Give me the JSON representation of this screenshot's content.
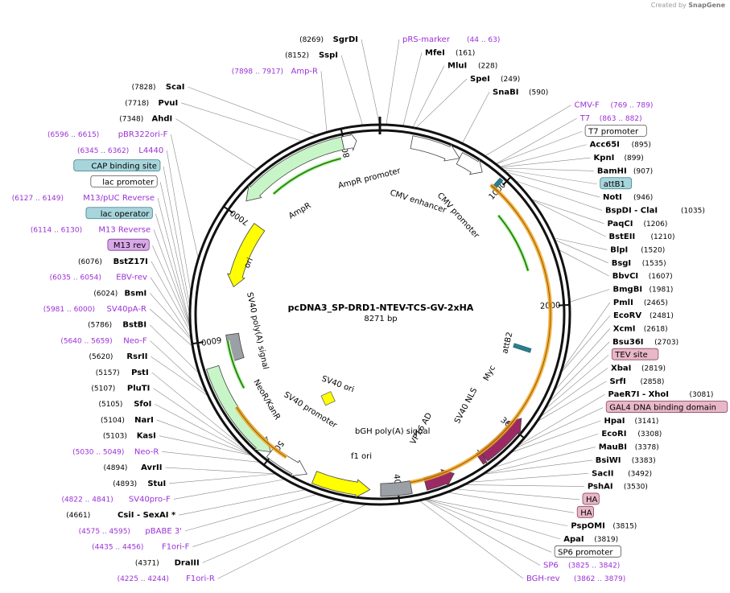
{
  "credit": {
    "prefix": "Created by",
    "brand": "SnapGene"
  },
  "plasmid": {
    "name": "pcDNA3_SP-DRD1-NTEV-TCS-GV-2xHA",
    "length": 8271,
    "length_label": "8271 bp"
  },
  "colors": {
    "primer": "#9b30d6",
    "enzyme": "#000000",
    "feature_green": "#c8f5c8",
    "feature_yellow": "#ffff00",
    "feature_white": "#ffffff",
    "feature_purple": "#9b2a64",
    "feature_grey": "#9aa0a6",
    "orange": "#f5a623",
    "green_line": "#2b8a00"
  },
  "tick_labels": [
    "1000",
    "2000",
    "3000",
    "4000",
    "5000",
    "6000",
    "7000",
    "8000"
  ],
  "labels_right": [
    {
      "bp": 44,
      "text": "pRS-marker",
      "pos": "(44 .. 63)",
      "kind": "primer"
    },
    {
      "bp": 161,
      "text": "MfeI",
      "pos": "(161)",
      "kind": "enzyme"
    },
    {
      "bp": 228,
      "text": "MluI",
      "pos": "(228)",
      "kind": "enzyme"
    },
    {
      "bp": 249,
      "text": "SpeI",
      "pos": "(249)",
      "kind": "enzyme"
    },
    {
      "bp": 590,
      "text": "SnaBI",
      "pos": "(590)",
      "kind": "enzyme"
    },
    {
      "bp": 769,
      "text": "CMV-F",
      "pos": "(769 .. 789)",
      "kind": "primer"
    },
    {
      "bp": 863,
      "text": "T7",
      "pos": "(863 .. 882)",
      "kind": "primer"
    },
    {
      "bp": 863,
      "text": "T7 promoter",
      "pos": "",
      "kind": "boxwhite"
    },
    {
      "bp": 895,
      "text": "Acc65I",
      "pos": "(895)",
      "kind": "enzyme"
    },
    {
      "bp": 899,
      "text": "KpnI",
      "pos": "(899)",
      "kind": "enzyme"
    },
    {
      "bp": 907,
      "text": "BamHI",
      "pos": "(907)",
      "kind": "enzyme"
    },
    {
      "bp": 925,
      "text": "attB1",
      "pos": "",
      "kind": "boxteal"
    },
    {
      "bp": 946,
      "text": "NotI",
      "pos": "(946)",
      "kind": "enzyme"
    },
    {
      "bp": 1035,
      "text": "BspDI - ClaI",
      "pos": "(1035)",
      "kind": "enzyme"
    },
    {
      "bp": 1206,
      "text": "PaqCI",
      "pos": "(1206)",
      "kind": "enzyme"
    },
    {
      "bp": 1210,
      "text": "BstEII",
      "pos": "(1210)",
      "kind": "enzyme"
    },
    {
      "bp": 1520,
      "text": "BlpI",
      "pos": "(1520)",
      "kind": "enzyme"
    },
    {
      "bp": 1535,
      "text": "BsgI",
      "pos": "(1535)",
      "kind": "enzyme"
    },
    {
      "bp": 1607,
      "text": "BbvCI",
      "pos": "(1607)",
      "kind": "enzyme"
    },
    {
      "bp": 1981,
      "text": "BmgBI",
      "pos": "(1981)",
      "kind": "enzyme"
    },
    {
      "bp": 2465,
      "text": "PmlI",
      "pos": "(2465)",
      "kind": "enzyme"
    },
    {
      "bp": 2481,
      "text": "EcoRV",
      "pos": "(2481)",
      "kind": "enzyme"
    },
    {
      "bp": 2618,
      "text": "XcmI",
      "pos": "(2618)",
      "kind": "enzyme"
    },
    {
      "bp": 2703,
      "text": "Bsu36I",
      "pos": "(2703)",
      "kind": "enzyme"
    },
    {
      "bp": 2760,
      "text": "TEV site",
      "pos": "",
      "kind": "boxpink"
    },
    {
      "bp": 2819,
      "text": "XbaI",
      "pos": "(2819)",
      "kind": "enzyme"
    },
    {
      "bp": 2858,
      "text": "SrfI",
      "pos": "(2858)",
      "kind": "enzyme"
    },
    {
      "bp": 3081,
      "text": "PaeR7I - XhoI",
      "pos": "(3081)",
      "kind": "enzyme"
    },
    {
      "bp": 3100,
      "text": "GAL4 DNA binding domain",
      "pos": "",
      "kind": "boxpink"
    },
    {
      "bp": 3141,
      "text": "HpaI",
      "pos": "(3141)",
      "kind": "enzyme"
    },
    {
      "bp": 3308,
      "text": "EcoRI",
      "pos": "(3308)",
      "kind": "enzyme"
    },
    {
      "bp": 3378,
      "text": "MauBI",
      "pos": "(3378)",
      "kind": "enzyme"
    },
    {
      "bp": 3383,
      "text": "BsiWI",
      "pos": "(3383)",
      "kind": "enzyme"
    },
    {
      "bp": 3492,
      "text": "SacII",
      "pos": "(3492)",
      "kind": "enzyme"
    },
    {
      "bp": 3530,
      "text": "PshAI",
      "pos": "(3530)",
      "kind": "enzyme"
    },
    {
      "bp": 3600,
      "text": "HA",
      "pos": "",
      "kind": "boxpink"
    },
    {
      "bp": 3660,
      "text": "HA",
      "pos": "",
      "kind": "boxpink"
    },
    {
      "bp": 3815,
      "text": "PspOMI",
      "pos": "(3815)",
      "kind": "enzyme"
    },
    {
      "bp": 3819,
      "text": "ApaI",
      "pos": "(3819)",
      "kind": "enzyme"
    },
    {
      "bp": 3825,
      "text": "SP6 promoter",
      "pos": "",
      "kind": "boxwhite"
    },
    {
      "bp": 3825,
      "text": "SP6",
      "pos": "(3825 .. 3842)",
      "kind": "primer"
    },
    {
      "bp": 3862,
      "text": "BGH-rev",
      "pos": "(3862 .. 3879)",
      "kind": "primer"
    }
  ],
  "labels_left": [
    {
      "bp": 8269,
      "text": "SgrDI",
      "pos": "(8269)",
      "kind": "enzyme"
    },
    {
      "bp": 8152,
      "text": "SspI",
      "pos": "(8152)",
      "kind": "enzyme"
    },
    {
      "bp": 7898,
      "text": "Amp-R",
      "pos": "(7898 .. 7917)",
      "kind": "primer"
    },
    {
      "bp": 7828,
      "text": "ScaI",
      "pos": "(7828)",
      "kind": "enzyme"
    },
    {
      "bp": 7718,
      "text": "PvuI",
      "pos": "(7718)",
      "kind": "enzyme"
    },
    {
      "bp": 7348,
      "text": "AhdI",
      "pos": "(7348)",
      "kind": "enzyme"
    },
    {
      "bp": 6596,
      "text": "pBR322ori-F",
      "pos": "(6596 .. 6615)",
      "kind": "primer"
    },
    {
      "bp": 6345,
      "text": "L4440",
      "pos": "(6345 .. 6362)",
      "kind": "primer"
    },
    {
      "bp": 6250,
      "text": "CAP binding site",
      "pos": "",
      "kind": "boxteal"
    },
    {
      "bp": 6200,
      "text": "lac promoter",
      "pos": "",
      "kind": "boxwhite"
    },
    {
      "bp": 6127,
      "text": "M13/pUC Reverse",
      "pos": "(6127 .. 6149)",
      "kind": "primer"
    },
    {
      "bp": 6120,
      "text": "lac operator",
      "pos": "",
      "kind": "boxteal"
    },
    {
      "bp": 6114,
      "text": "M13 Reverse",
      "pos": "(6114 .. 6130)",
      "kind": "primer"
    },
    {
      "bp": 6100,
      "text": "M13 rev",
      "pos": "",
      "kind": "boxviolet"
    },
    {
      "bp": 6076,
      "text": "BstZ17I",
      "pos": "(6076)",
      "kind": "enzyme"
    },
    {
      "bp": 6035,
      "text": "EBV-rev",
      "pos": "(6035 .. 6054)",
      "kind": "primer"
    },
    {
      "bp": 6024,
      "text": "BsmI",
      "pos": "(6024)",
      "kind": "enzyme"
    },
    {
      "bp": 5981,
      "text": "SV40pA-R",
      "pos": "(5981 .. 6000)",
      "kind": "primer"
    },
    {
      "bp": 5786,
      "text": "BstBI",
      "pos": "(5786)",
      "kind": "enzyme"
    },
    {
      "bp": 5640,
      "text": "Neo-F",
      "pos": "(5640 .. 5659)",
      "kind": "primer"
    },
    {
      "bp": 5620,
      "text": "RsrII",
      "pos": "(5620)",
      "kind": "enzyme"
    },
    {
      "bp": 5157,
      "text": "PstI",
      "pos": "(5157)",
      "kind": "enzyme"
    },
    {
      "bp": 5107,
      "text": "PluTI",
      "pos": "(5107)",
      "kind": "enzyme"
    },
    {
      "bp": 5105,
      "text": "SfoI",
      "pos": "(5105)",
      "kind": "enzyme"
    },
    {
      "bp": 5104,
      "text": "NarI",
      "pos": "(5104)",
      "kind": "enzyme"
    },
    {
      "bp": 5103,
      "text": "KasI",
      "pos": "(5103)",
      "kind": "enzyme"
    },
    {
      "bp": 5030,
      "text": "Neo-R",
      "pos": "(5030 .. 5049)",
      "kind": "primer"
    },
    {
      "bp": 4894,
      "text": "AvrII",
      "pos": "(4894)",
      "kind": "enzyme"
    },
    {
      "bp": 4893,
      "text": "StuI",
      "pos": "(4893)",
      "kind": "enzyme"
    },
    {
      "bp": 4822,
      "text": "SV40pro-F",
      "pos": "(4822 .. 4841)",
      "kind": "primer"
    },
    {
      "bp": 4661,
      "text": "CsiI - SexAI *",
      "pos": "(4661)",
      "kind": "enzyme"
    },
    {
      "bp": 4575,
      "text": "pBABE 3'",
      "pos": "(4575 .. 4595)",
      "kind": "primer"
    },
    {
      "bp": 4435,
      "text": "F1ori-F",
      "pos": "(4435 .. 4456)",
      "kind": "primer"
    },
    {
      "bp": 4371,
      "text": "DraIII",
      "pos": "(4371)",
      "kind": "enzyme"
    },
    {
      "bp": 4225,
      "text": "F1ori-R",
      "pos": "(4225 .. 4244)",
      "kind": "primer"
    }
  ],
  "features": [
    {
      "name": "AmpR promoter",
      "start": 7990,
      "end": 8095,
      "fill": "#ffffff",
      "ring": 218,
      "dir": 1
    },
    {
      "name": "AmpR",
      "start": 7130,
      "end": 7990,
      "fill": "#c8f5c8",
      "ring": 218,
      "dir": -1
    },
    {
      "name": "CMV enhancer",
      "start": 240,
      "end": 620,
      "fill": "#ffffff",
      "ring": 218,
      "dir": 1
    },
    {
      "name": "CMV promoter",
      "start": 620,
      "end": 820,
      "fill": "#ffffff",
      "ring": 218,
      "dir": 1
    },
    {
      "name": "ori",
      "start": 6450,
      "end": 7030,
      "fill": "#ffff00",
      "ring": 185,
      "dir": -1
    },
    {
      "name": "SV40 poly(A) signal",
      "start": 5800,
      "end": 6030,
      "fill": "#9aa0a6",
      "ring": 185,
      "dir": 0
    },
    {
      "name": "NeoR/KanR",
      "start": 5020,
      "end": 5800,
      "fill": "#c8f5c8",
      "ring": 218,
      "dir": -1
    },
    {
      "name": "SV40 promoter",
      "start": 4700,
      "end": 5020,
      "fill": "#ffffff",
      "ring": 218,
      "dir": -1
    },
    {
      "name": "f1 ori",
      "start": 4210,
      "end": 4640,
      "fill": "#ffff00",
      "ring": 218,
      "dir": -1
    },
    {
      "name": "bGH poly(A) signal",
      "start": 3900,
      "end": 4130,
      "fill": "#9aa0a6",
      "ring": 218,
      "dir": 0
    },
    {
      "name": "VP16 AD",
      "start": 3560,
      "end": 3790,
      "fill": "#9b2a64",
      "ring": 218,
      "dir": -1
    },
    {
      "name": "SV40 NLS",
      "start": 3300,
      "end": 3340,
      "fill": "#9b2a64",
      "ring": 218,
      "dir": -1
    },
    {
      "name": "Myc",
      "start": 2900,
      "end": 3300,
      "fill": "#9b2a64",
      "ring": 218,
      "dir": -1
    }
  ],
  "feature_labels": {
    "ampr_promoter": "AmpR promoter",
    "cmv_enhancer": "CMV enhancer",
    "cmv_promoter": "CMV promoter",
    "ampr": "AmpR",
    "ori": "ori",
    "sv40_polya": "SV40 poly(A) signal",
    "neor": "NeoR/KanR",
    "sv40_promoter": "SV40 promoter",
    "sv40_ori": "SV40 ori",
    "f1_ori": "f1 ori",
    "bgh_polya": "bGH poly(A) signal",
    "vp16": "VP16 AD",
    "sv40_nls": "SV40 NLS",
    "myc": "Myc",
    "attb2": "attB2"
  }
}
